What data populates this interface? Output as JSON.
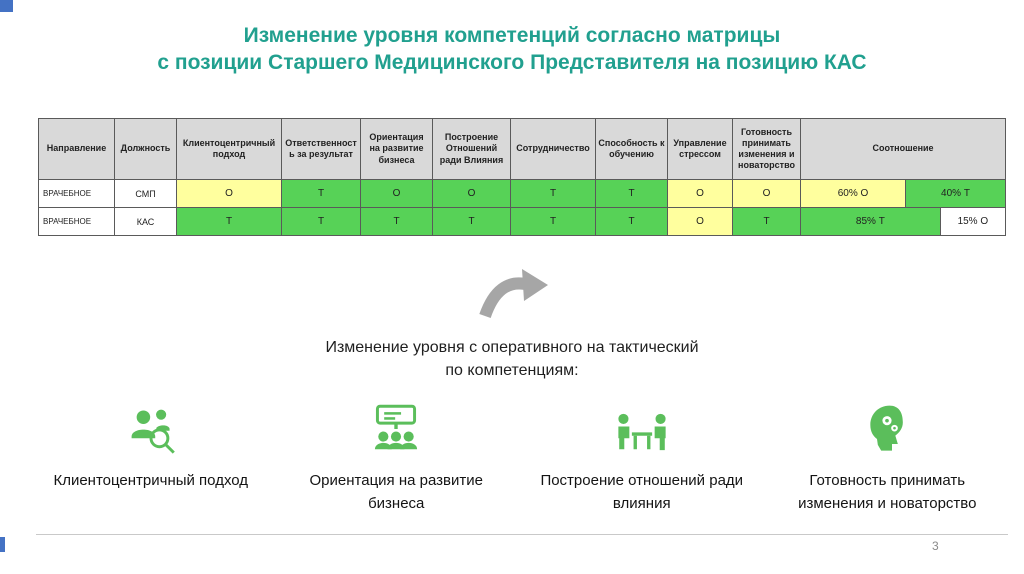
{
  "slide": {
    "title_line1": "Изменение уровня компетенций согласно матрицы",
    "title_line2": "с позиции Старшего Медицинского Представителя на позицию КАС",
    "page_number": "3"
  },
  "colors": {
    "title": "#21A08F",
    "table_header_bg": "#D9D9D9",
    "table_green": "#57D257",
    "table_yellow": "#FFFF9E",
    "white": "#FFFFFF",
    "icon_green": "#5BBE5B",
    "arrow_gray": "#A6A6A6",
    "accent_blue": "#4472C4"
  },
  "table": {
    "headers": [
      "Направление",
      "Должность",
      "Клиентоцентричный подход",
      "Ответственность за результат",
      "Ориентация на развитие бизнеса",
      "Построение Отношений ради Влияния",
      "Сотрудничество",
      "Способность к обучению",
      "Управление стрессом",
      "Готовность принимать изменения и новаторство",
      "Соотношение"
    ],
    "rows": [
      {
        "direction": "ВРАЧЕБНОЕ",
        "position": "СМП",
        "competencies": [
          {
            "value": "О",
            "color": "table_yellow"
          },
          {
            "value": "Т",
            "color": "table_green"
          },
          {
            "value": "О",
            "color": "table_green"
          },
          {
            "value": "О",
            "color": "table_green"
          },
          {
            "value": "Т",
            "color": "table_green"
          },
          {
            "value": "Т",
            "color": "table_green"
          },
          {
            "value": "О",
            "color": "table_yellow"
          },
          {
            "value": "О",
            "color": "table_yellow"
          }
        ],
        "ratio": [
          {
            "value": "60% О",
            "color": "table_yellow",
            "width_pct": 51
          },
          {
            "value": "40% Т",
            "color": "table_green",
            "width_pct": 49
          }
        ]
      },
      {
        "direction": "ВРАЧЕБНОЕ",
        "position": "КАС",
        "competencies": [
          {
            "value": "Т",
            "color": "table_green"
          },
          {
            "value": "Т",
            "color": "table_green"
          },
          {
            "value": "Т",
            "color": "table_green"
          },
          {
            "value": "Т",
            "color": "table_green"
          },
          {
            "value": "Т",
            "color": "table_green"
          },
          {
            "value": "Т",
            "color": "table_green"
          },
          {
            "value": "О",
            "color": "table_yellow"
          },
          {
            "value": "Т",
            "color": "table_green"
          }
        ],
        "ratio": [
          {
            "value": "85% Т",
            "color": "table_green",
            "width_pct": 68
          },
          {
            "value": "15% О",
            "color": "white",
            "width_pct": 32
          }
        ]
      }
    ]
  },
  "annotation": {
    "line1": "Изменение уровня с оперативного на тактический",
    "line2": "по компетенциям:"
  },
  "features": [
    {
      "icon": "customer-centric-icon",
      "label": "Клиентоцентричный подход"
    },
    {
      "icon": "business-development-icon",
      "label": "Ориентация на развитие бизнеса"
    },
    {
      "icon": "relationship-building-icon",
      "label": "Построение отношений ради влияния"
    },
    {
      "icon": "innovation-readiness-icon",
      "label": "Готовность принимать изменения и новаторство"
    }
  ]
}
